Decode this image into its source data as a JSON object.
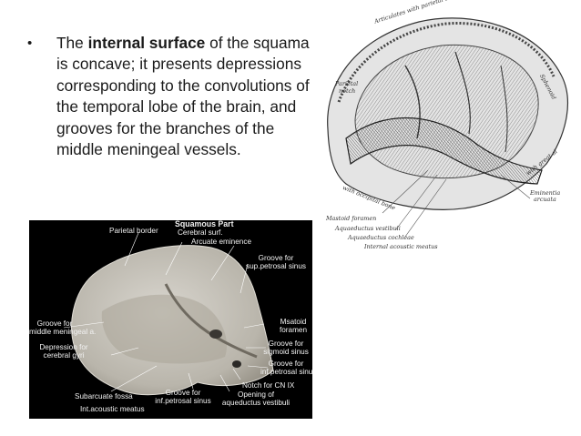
{
  "slide": {
    "bullet": "•",
    "text_before": "The ",
    "text_bold": "internal surface",
    "text_after": " of the squama is concave; it presents depressions corresponding to the convolutions of the temporal lobe of the brain, and grooves for the branches of the middle meningeal vessels."
  },
  "engraving": {
    "labels": {
      "parietal_bone": "Articulates with parietal bone",
      "parietal_notch_1": "Parietal",
      "parietal_notch_2": "notch",
      "sphenoid": "Sphenoid",
      "great_ala": "with great al",
      "eminentia_1": "Eminentia",
      "eminentia_2": "arcuata",
      "occipital": "with occipital bone",
      "mastoid": "Mastoid foramen",
      "aq_vestibuli": "Aquaeductus vestibuli",
      "aq_cochleae": "Aquaeductus cochleae",
      "internal_meatus": "Internal acoustic meatus"
    }
  },
  "photo": {
    "labels": {
      "squamous_part": "Squamous Part",
      "cerebral_surf": "Cerebral surf.",
      "parietal_border": "Parietal border",
      "arcuate": "Arcuate eminence",
      "sup_sinus_1": "Groove for",
      "sup_sinus_2": "sup.petrosal sinus",
      "middle_men_1": "Groove for",
      "middle_men_2": "middle meningeal a.",
      "depression_1": "Depression for",
      "depression_2": "cerebral gyri",
      "mastoid_1": "Msatoid",
      "mastoid_2": "foramen",
      "sigmoid_1": "Groove for",
      "sigmoid_2": "sigmoid sinus",
      "inf_petrosal_1": "Groove for",
      "inf_petrosal_2": "inf.petrosal sinus",
      "notch_cn": "Notch for CN IX",
      "subarcuate": "Subarcuate fossa",
      "inf_sinus_1": "Groove for",
      "inf_sinus_2": "inf.petrosal sinus",
      "opening_1": "Opening of",
      "opening_2": "aqueductus vestibuli",
      "int_meatus": "Int.acoustic meatus"
    }
  }
}
